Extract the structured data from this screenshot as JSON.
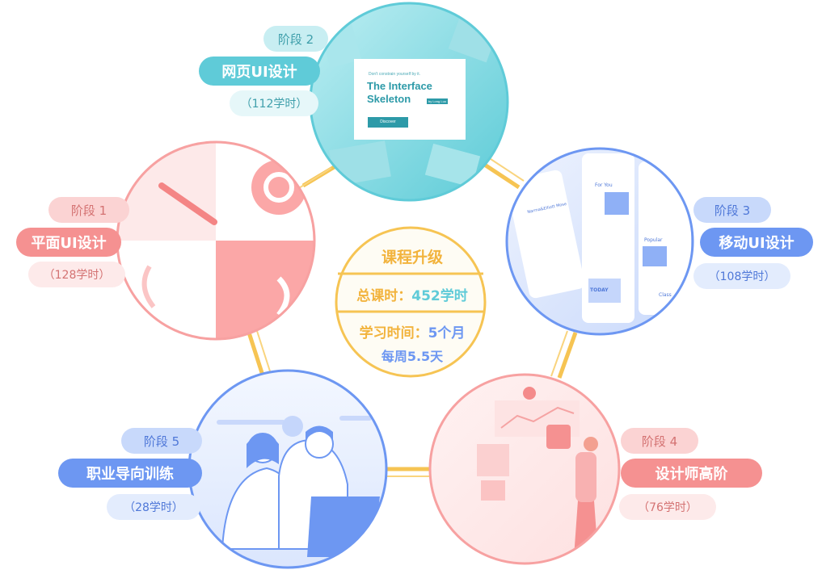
{
  "center": {
    "title": "课程升级",
    "total_label": "总课时：",
    "total_value": "452学时",
    "duration_label": "学习时间：",
    "duration_value": "5个月",
    "weekly": "每周5.5天"
  },
  "stages": [
    {
      "stage": "阶段 1",
      "title": "平面UI设计",
      "hours": "（128学时）"
    },
    {
      "stage": "阶段 2",
      "title": "网页UI设计",
      "hours": "（112学时）"
    },
    {
      "stage": "阶段 3",
      "title": "移动UI设计",
      "hours": "（108学时）"
    },
    {
      "stage": "阶段 4",
      "title": "设计师高阶",
      "hours": "（76学时）"
    },
    {
      "stage": "阶段 5",
      "title": "职业导向训练",
      "hours": "（28学时）"
    }
  ],
  "web_card": {
    "tagline": "Don't constrain yourself by it.",
    "heading_line1": "The Interface",
    "heading_line2": "Skeleton",
    "badge": "by Long Luo",
    "button": "Discover"
  },
  "mobile_mock": {
    "for_you": "For You",
    "popular": "Popular",
    "today": "TODAY",
    "class": "Class",
    "name": "Narma&Elliott Mose"
  },
  "colors": {
    "accent_yellow": "#f6c453",
    "teal": "#5fcbd8",
    "pink": "#f59191",
    "blue": "#6d97f2"
  }
}
